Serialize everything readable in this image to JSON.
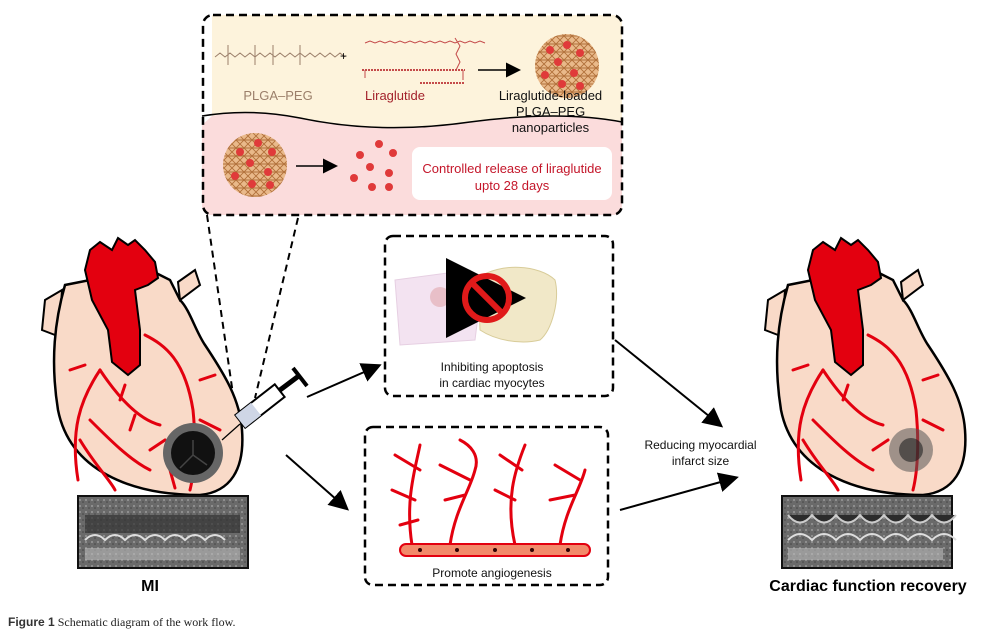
{
  "figure": {
    "caption_label": "Figure 1",
    "caption_text": "Schematic diagram of the work flow."
  },
  "top_panel": {
    "plga_label": "PLGA–PEG",
    "plus": "+",
    "liraglutide_label": "Liraglutide",
    "nanoparticle_label_line1": "Liraglutide-loaded",
    "nanoparticle_label_line2": "PLGA–PEG nanoparticles",
    "release_line1": "Controlled release of liraglutide",
    "release_line2": "upto 28 days"
  },
  "apoptosis_panel": {
    "label_line1": "Inhibiting apoptosis",
    "label_line2": "in cardiac myocytes"
  },
  "angiogenesis_panel": {
    "label": "Promote angiogenesis"
  },
  "outcome": {
    "label_line1": "Reducing myocardial",
    "label_line2": "infarct size"
  },
  "left_heart": {
    "label": "MI"
  },
  "right_heart": {
    "label": "Cardiac function recovery"
  },
  "colors": {
    "heart_fill": "#f9dac8",
    "vessel": "#e3000f",
    "panel_top": "#fdf3dc",
    "panel_bottom": "#fbdcdc",
    "release_text": "#c4162a"
  }
}
